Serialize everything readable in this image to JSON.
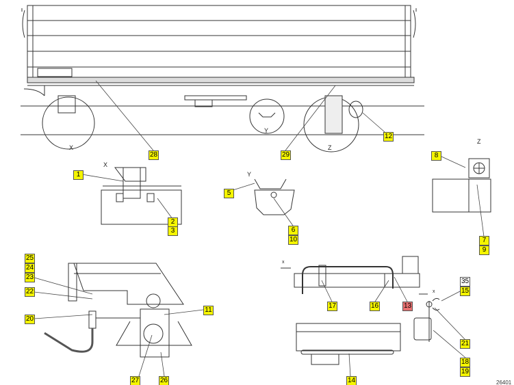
{
  "view_letters": {
    "x_main": "X",
    "y_main": "Y",
    "z_main": "Z",
    "x_detail": "X",
    "y_detail": "Y",
    "z_detail": "Z",
    "arrow_x1": "x",
    "arrow_x2": "x"
  },
  "callouts": {
    "c1": "1",
    "c2": "2",
    "c3": "3",
    "c5": "5",
    "c6": "6",
    "c7": "7",
    "c8": "8",
    "c9": "9",
    "c10": "10",
    "c11": "11",
    "c12": "12",
    "c13": "13",
    "c14": "14",
    "c15": "15",
    "c16": "16",
    "c17": "17",
    "c18": "18",
    "c19": "19",
    "c20": "20",
    "c21": "21",
    "c22": "22",
    "c23": "23",
    "c24": "24",
    "c25": "25",
    "c26": "26",
    "c27": "27",
    "c28": "28",
    "c29": "29",
    "c35": "35"
  },
  "highlight_colors": {
    "default": "#f5f500",
    "selected": "#e87070",
    "neutral": "#ffffff"
  },
  "drawing_code": "26401"
}
